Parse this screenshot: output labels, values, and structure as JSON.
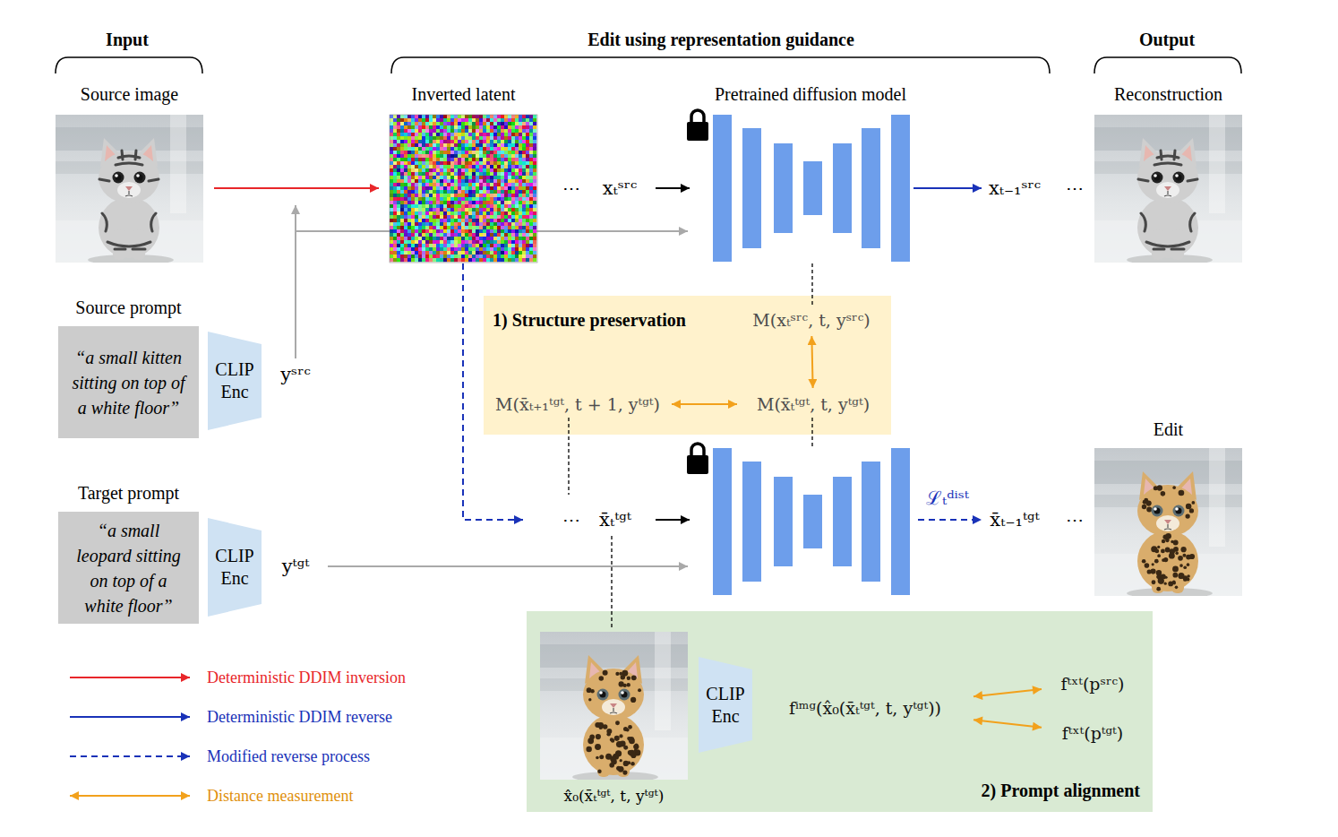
{
  "diagram": {
    "nodes": [
      {
        "text": [
          "Source image"
        ]
      },
      {
        "text": [
          "Source prompt",
          "“a small kitten sitting on top of a white floor”"
        ]
      },
      {
        "text": [
          "CLIP Enc"
        ]
      },
      {
        "text": [
          "Target prompt",
          "“a small leopard sitting on top of a white floor”"
        ]
      },
      {
        "text": [
          "CLIP Enc"
        ]
      },
      {
        "text": [
          "Inverted latent"
        ]
      },
      {
        "text": [
          "Pretrained diffusion model"
        ]
      },
      {
        "text": [
          "Reconstruction"
        ]
      },
      {
        "text": [
          "1) Structure preservation"
        ]
      },
      {
        "text": [
          "M(xₜˢʳᶜ, t, yˢʳᶜ)"
        ],
        "in": 8
      },
      {
        "text": [
          "M(x̄ₜ₊₁ᵗᵍᵗ, t + 1, yᵗᵍᵗ)"
        ],
        "in": 8
      },
      {
        "text": [
          "M(x̄ₜᵗᵍᵗ, t, yᵗᵍᵗ)"
        ],
        "in": 8
      },
      {
        "text": [
          "Edit"
        ]
      },
      {
        "text": [
          "2) Prompt alignment"
        ]
      },
      {
        "text": [
          "x̂₀(x̄ₜᵗᵍᵗ, t, yᵗᵍᵗ)"
        ],
        "in": 13
      },
      {
        "text": [
          "CLIP Enc"
        ],
        "in": 13
      },
      {
        "text": [
          "fⁱᵐᵍ(x̂₀(x̄ₜᵗᵍᵗ, t, yᵗᵍᵗ))"
        ],
        "in": 13
      },
      {
        "text": [
          "fᵗˣᵗ(pˢʳᶜ)"
        ],
        "in": 13
      },
      {
        "text": [
          "fᵗˣᵗ(pᵗᵍᵗ)"
        ],
        "in": 13
      }
    ],
    "edges": [
      {
        "from": 0,
        "to": 5,
        "arrow": "to"
      },
      {
        "from": 9,
        "to": 11,
        "arrow": "both"
      },
      {
        "from": 10,
        "to": 11,
        "arrow": "both"
      },
      {
        "from": 16,
        "to": 17,
        "arrow": "both"
      },
      {
        "from": 16,
        "to": 18,
        "arrow": "both"
      }
    ],
    "labels": [
      "Input",
      "Edit using representation guidance",
      "Output",
      "yˢʳᶜ",
      "yᵗᵍᵗ",
      "⋯",
      "xₜˢʳᶜ",
      "xₜ₋₁ˢʳᶜ",
      "⋯",
      "⋯",
      "x̄ₜᵗᵍᵗ",
      "ℒₜᵈⁱˢᵗ",
      "x̄ₜ₋₁ᵗᵍᵗ",
      "⋯"
    ],
    "legend": [
      {
        "text": "Deterministic DDIM inversion"
      },
      {
        "text": "Deterministic DDIM reverse"
      },
      {
        "text": "Modified reverse process"
      },
      {
        "text": "Distance measurement"
      }
    ]
  }
}
